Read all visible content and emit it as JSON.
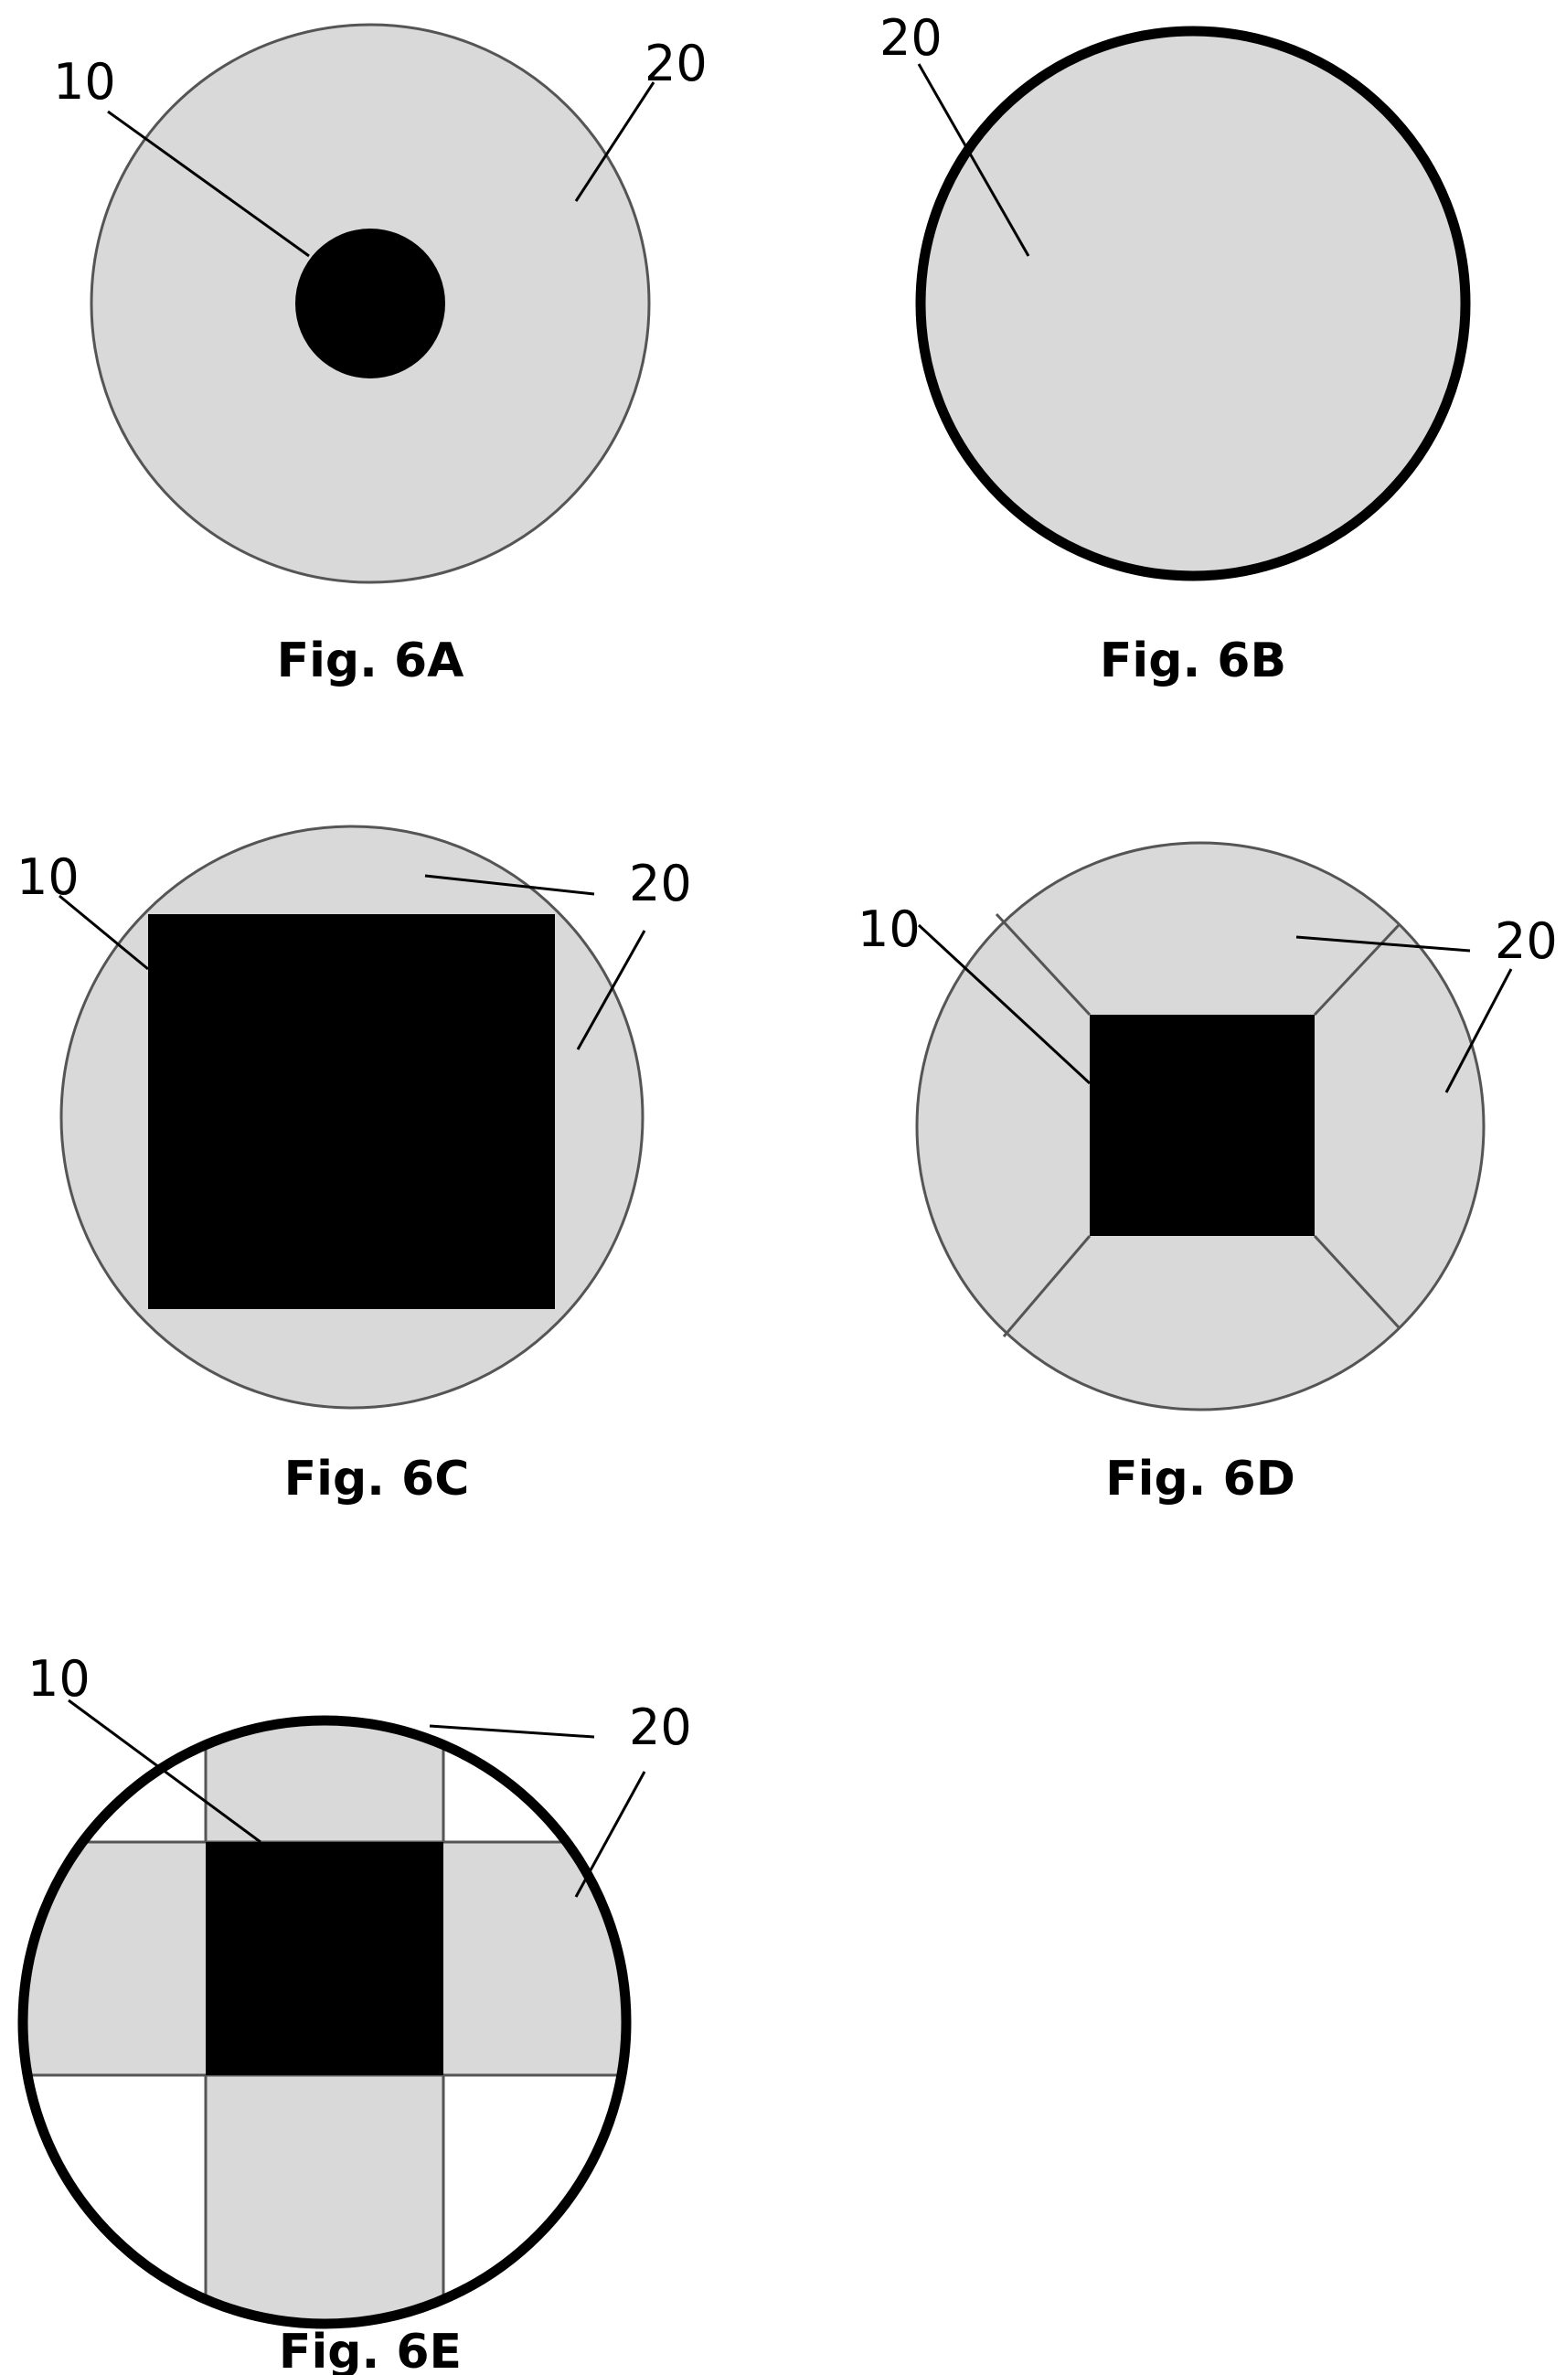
{
  "colors": {
    "material_fill": "#d9d9d9",
    "core_fill": "#000000",
    "outline": "#555555",
    "background": "#ffffff"
  },
  "figures": {
    "a": {
      "caption": "Fig. 6A",
      "label_core": "10",
      "label_material": "20"
    },
    "b": {
      "caption": "Fig. 6B",
      "label_material": "20"
    },
    "c": {
      "caption": "Fig. 6C",
      "label_core": "10",
      "label_material": "20"
    },
    "d": {
      "caption": "Fig. 6D",
      "label_core": "10",
      "label_material": "20"
    },
    "e": {
      "caption": "Fig. 6E",
      "label_core": "10",
      "label_material": "20"
    }
  }
}
